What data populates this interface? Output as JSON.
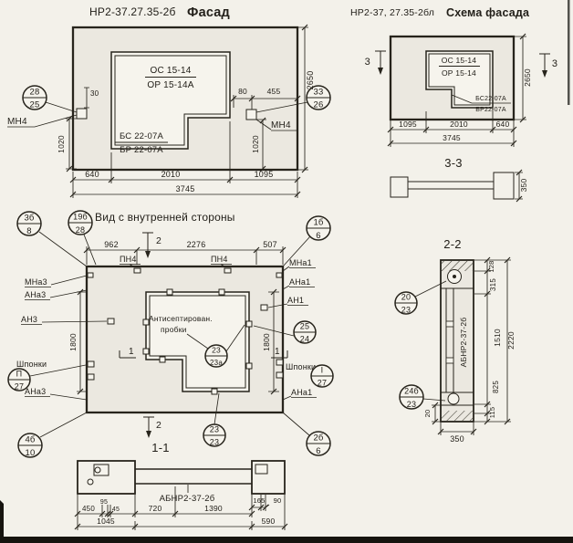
{
  "facade": {
    "title_code": "НР2-37.27.35-2б",
    "title": "Фасад",
    "frac_top_a": "ОС 15-14",
    "frac_top_b": "ОР 15-14А",
    "frac_bot_a": "БС 22-07А",
    "frac_bot_b": "БР 22-07А",
    "mn4_left": "МН4",
    "mn4_right": "МН4",
    "co_left_t": "28",
    "co_left_b": "25",
    "co_right_t": "33",
    "co_right_b": "26",
    "d30": "30",
    "d80": "80",
    "d455": "455",
    "d1020l": "1020",
    "d1020r": "1020",
    "d2650": "2650",
    "d640": "640",
    "d2010": "2010",
    "d1095": "1095",
    "d3745": "3745"
  },
  "scheme": {
    "title_code": "НР2-37, 27.35-2бл",
    "title": "Схема фасада",
    "cut3_left": "3",
    "cut3_right": "3",
    "frac_top_a": "ОС 15-14",
    "frac_top_b": "ОР 15-14",
    "frac_bot_a": "БС22-07А",
    "frac_bot_b": "БР22-07А",
    "d1095": "1095",
    "d2010": "2010",
    "d640": "640",
    "d3745": "3745",
    "d2650": "2650"
  },
  "sec33": {
    "title": "3-3",
    "d350": "350"
  },
  "inner": {
    "title": "Вид с внутренней стороны",
    "co_3b_t": "3б",
    "co_3b_b": "8",
    "co_19b_t": "19б",
    "co_19b_b": "28",
    "co_1b_t": "1б",
    "co_1b_b": "6",
    "co_25_t": "25",
    "co_25_b": "24",
    "co_p27_t": "П",
    "co_p27_b": "27",
    "co_i27_t": "I",
    "co_i27_b": "27",
    "co_23a_t": "23",
    "co_23a_b": "23а",
    "co_23_t": "23",
    "co_23_b": "23",
    "co_4b_t": "4б",
    "co_4b_b": "10",
    "co_2b_t": "2б",
    "co_2b_b": "6",
    "pn4_1": "ПН4",
    "pn4_2": "ПН4",
    "mna1": "МНа1",
    "ana1_top": "АНа1",
    "an1": "АН1",
    "ana1_bot": "АНа1",
    "mna3": "МНа3",
    "ana3_top": "АНа3",
    "an3": "АН3",
    "ana3_bot": "АНа3",
    "shponki_left": "Шпонки",
    "shponki_right": "Шпонки",
    "antiseptic1": "Антисептирован.",
    "antiseptic2": "пробки",
    "d962": "962",
    "d2276": "2276",
    "d507": "507",
    "d1800l": "1800",
    "d1800r": "1800",
    "cut2_top": "2",
    "cut2_bot": "2",
    "cut1_left": "1",
    "cut1_right": "1",
    "sec11_title": "1-1"
  },
  "sec22": {
    "title": "2-2",
    "co_20_t": "20",
    "co_20_b": "23",
    "co_24b_t": "24б",
    "co_24b_b": "23",
    "stamp": "АБНР2-37-2б",
    "d128": "128",
    "d315": "315",
    "d1510": "1510",
    "d2220": "2220",
    "d825": "825",
    "d115": "115",
    "d20": "20",
    "d350": "350"
  },
  "sec11": {
    "stamp": "АБНР2-37-2б",
    "d450": "450",
    "d95": "95",
    "d45": "45",
    "d720": "720",
    "d1390": "1390",
    "d165": "165",
    "d90": "90",
    "d1045": "1045",
    "d590": "590"
  }
}
